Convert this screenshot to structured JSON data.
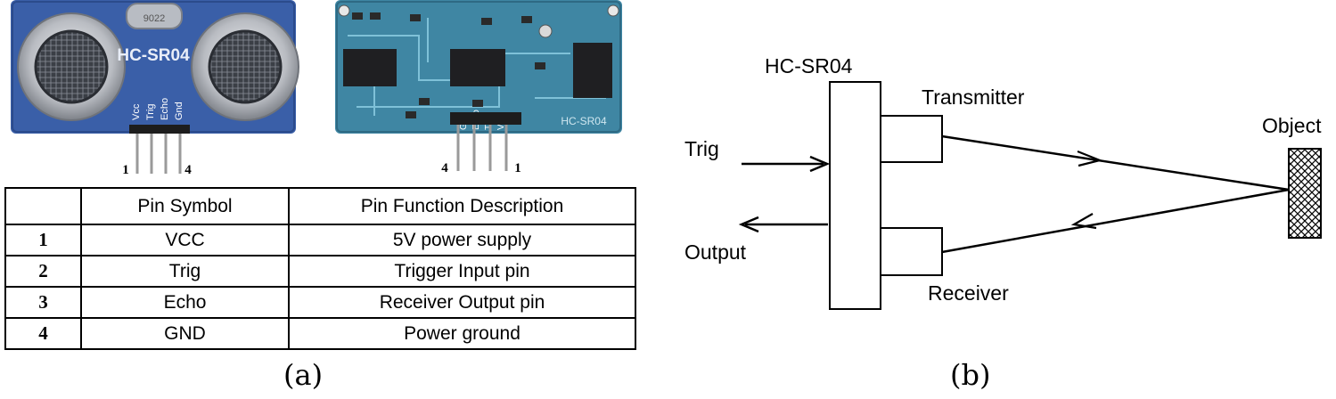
{
  "panel_a": {
    "module_front": {
      "label": "HC-SR04",
      "crystal_marking": "9022",
      "pin_labels": [
        "Vcc",
        "Trig",
        "Echo",
        "Gnd"
      ],
      "pin_number_left": "1",
      "pin_number_right": "4"
    },
    "module_back": {
      "label": "HC-SR04",
      "pin_labels": [
        "Gnd",
        "Echo",
        "Trig",
        "Vcc"
      ],
      "pin_number_left": "4",
      "pin_number_right": "1"
    },
    "table": {
      "headers": [
        "",
        "Pin Symbol",
        "Pin Function Description"
      ],
      "rows": [
        {
          "no": "1",
          "symbol": "VCC",
          "description": "5V power supply"
        },
        {
          "no": "2",
          "symbol": "Trig",
          "description": "Trigger Input pin"
        },
        {
          "no": "3",
          "symbol": "Echo",
          "description": "Receiver Output pin"
        },
        {
          "no": "4",
          "symbol": "GND",
          "description": "Power ground"
        }
      ]
    },
    "caption": "(a)"
  },
  "panel_b": {
    "module_label": "HC-SR04",
    "transmitter_label": "Transmitter",
    "receiver_label": "Receiver",
    "object_label": "Object",
    "trig_label": "Trig",
    "output_label": "Output",
    "caption": "(b)"
  },
  "colors": {
    "pcb_blue": "#3a5fa8",
    "pcb_teal": "#3f86a3",
    "transducer_silver": "#c9ccd1",
    "line": "#000000"
  }
}
